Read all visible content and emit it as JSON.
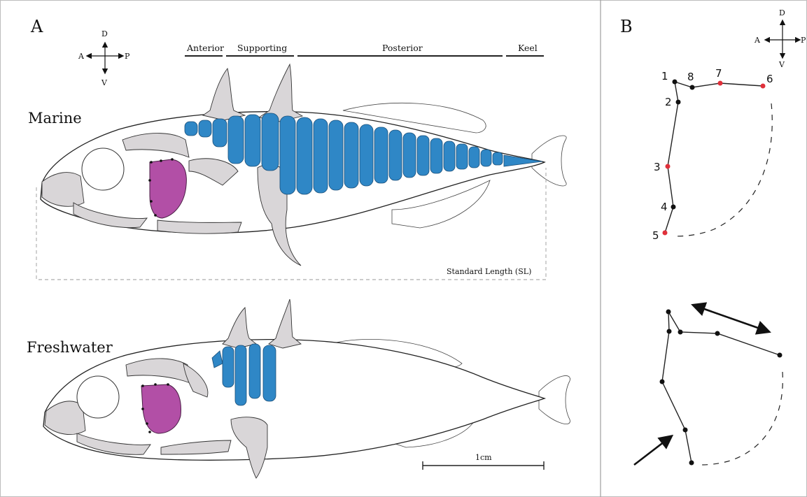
{
  "panels": {
    "a": {
      "label": "A",
      "compass": {
        "d": "D",
        "v": "V",
        "a": "A",
        "p": "P"
      },
      "regions": [
        "Anterior",
        "Supporting",
        "Posterior",
        "Keel"
      ],
      "marine_label": "Marine",
      "freshwater_label": "Freshwater",
      "standard_length_label": "Standard Length (SL)",
      "scale_bar_label": "1cm"
    },
    "b": {
      "label": "B",
      "compass": {
        "d": "D",
        "v": "V",
        "a": "A",
        "p": "P"
      },
      "landmarks": [
        "1",
        "2",
        "3",
        "4",
        "5",
        "6",
        "7",
        "8"
      ]
    }
  },
  "colors": {
    "lateral_plates": "#2f87c6",
    "opercle": "#b24fa6",
    "bone": "#d9d6d8",
    "landmark_red": "#e0303a",
    "landmark_black": "#111111"
  }
}
